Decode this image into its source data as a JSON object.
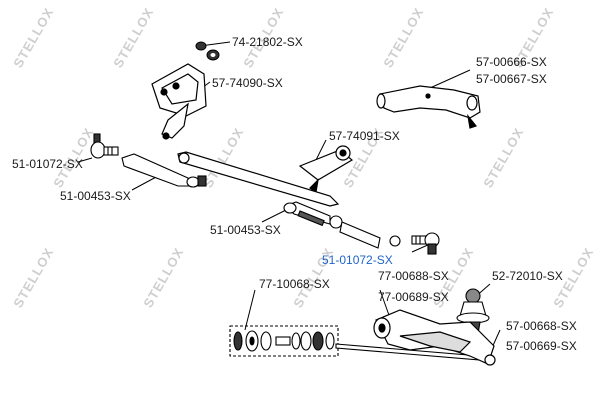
{
  "labels": {
    "l74_21802": "74-21802-SX",
    "l57_74090": "57-74090-SX",
    "l57_00666": "57-00666-SX",
    "l57_00667": "57-00667-SX",
    "l57_74091": "57-74091-SX",
    "l51_01072_left": "51-01072-SX",
    "l51_00453_left": "51-00453-SX",
    "l51_00453_mid": "51-00453-SX",
    "l51_01072_right": "51-01072-SX",
    "l77_00688": "77-00688-SX",
    "l77_00689": "77-00689-SX",
    "l52_72010": "52-72010-SX",
    "l77_10068": "77-10068-SX",
    "l57_00668": "57-00668-SX",
    "l57_00669": "57-00669-SX"
  },
  "watermark": {
    "text": "STELLOX"
  },
  "colors": {
    "label": "#1a1a1a",
    "highlight": "#1f64c8",
    "line": "#000000",
    "watermark": "#cfcfcf"
  }
}
